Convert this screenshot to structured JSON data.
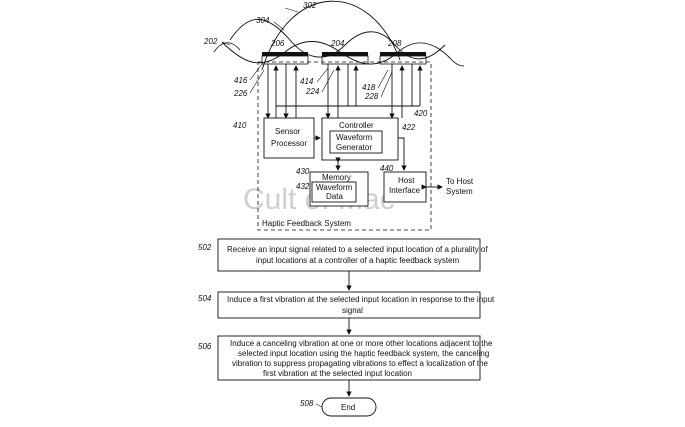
{
  "refs": {
    "r302": "302",
    "r304": "304",
    "r202": "202",
    "r206": "206",
    "r204": "204",
    "r208": "208",
    "r416": "416",
    "r226": "226",
    "r414": "414",
    "r224": "224",
    "r418": "418",
    "r228": "228",
    "r410": "410",
    "r420": "420",
    "r422": "422",
    "r430": "430",
    "r432": "432",
    "r440": "440",
    "r502": "502",
    "r504": "504",
    "r506": "506",
    "r508": "508"
  },
  "blocks": {
    "sensor_line1": "Sensor",
    "sensor_line2": "Processor",
    "controller": "Controller",
    "waveform_gen_line1": "Waveform",
    "waveform_gen_line2": "Generator",
    "memory": "Memory",
    "waveform_data_line1": "Waveform",
    "waveform_data_line2": "Data",
    "host_line1": "Host",
    "host_line2": "Interface",
    "to_host_line1": "To Host",
    "to_host_line2": "System",
    "system_label": "Haptic Feedback System"
  },
  "watermark": "Cult of Mac",
  "steps": {
    "s502_line1": "Receive an input signal related to a selected input location of a plurality of",
    "s502_line2": "input locations at a controller of a haptic feedback system",
    "s504_line1": "Induce a first vibration at the selected input location in response to the input",
    "s504_line2": "signal",
    "s506_line1": "Induce a canceling vibration at one or more other locations adjacent to the",
    "s506_line2": "selected input location using the haptic feedback system, the canceling",
    "s506_line3": "vibration to suppress propagating vibrations to effect a localization of the",
    "s506_line4": "first vibration at the selected input location",
    "end": "End"
  }
}
